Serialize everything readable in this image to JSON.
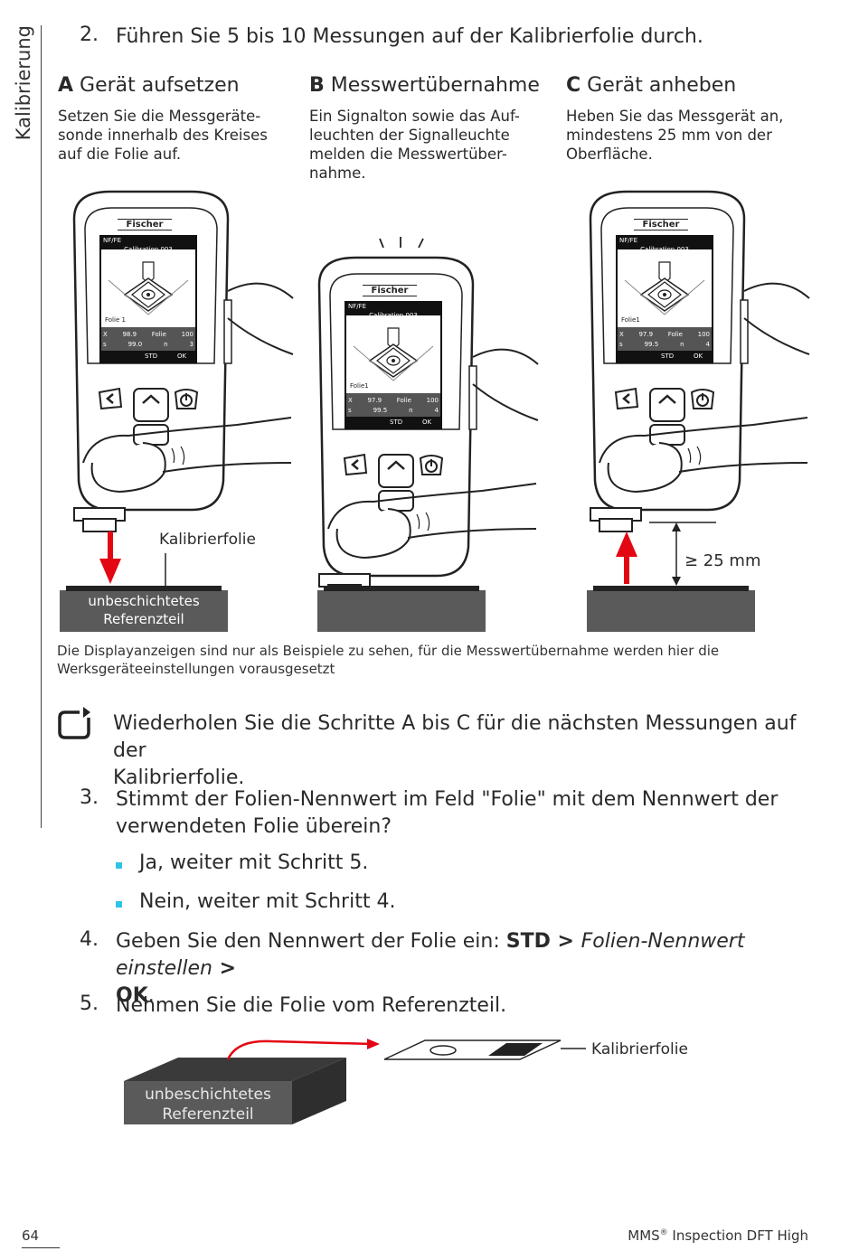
{
  "side_tab": "Kalibrierung",
  "step2": {
    "num": "2.",
    "text": "Führen Sie 5 bis 10 Messungen auf der Kalibrierfolie durch."
  },
  "columns": [
    {
      "letter": "A",
      "title": "Gerät aufsetzen",
      "lines": [
        "Setzen Sie die Messgeräte-",
        "sonde innerhalb des Kreises",
        "auf die Folie auf."
      ]
    },
    {
      "letter": "B",
      "title": "Messwertübernahme",
      "lines": [
        "Ein Signalton sowie das Auf-",
        "leuchten der Signalleuchte",
        "melden die Messwertüber-",
        "nahme."
      ]
    },
    {
      "letter": "C",
      "title": "Gerät anheben",
      "lines": [
        "Heben Sie das Messgerät an,",
        "mindestens 25 mm von der",
        "Oberfläche."
      ]
    }
  ],
  "devices": [
    {
      "brand": "Fischer",
      "mode": "NF/FE",
      "title": "Calibration 003",
      "folie_label": "Folie 1",
      "rows": [
        [
          "X",
          "98.9",
          "Folie",
          "100"
        ],
        [
          "s",
          "99.0",
          "n",
          "3"
        ]
      ],
      "softkeys": [
        "STD",
        "OK"
      ]
    },
    {
      "brand": "Fischer",
      "mode": "NF/FE",
      "title": "Calibration 003",
      "folie_label": "Folie1",
      "rows": [
        [
          "X",
          "97.9",
          "Folie",
          "100"
        ],
        [
          "s",
          "99.5",
          "n",
          "4"
        ]
      ],
      "softkeys": [
        "STD",
        "OK"
      ]
    },
    {
      "brand": "Fischer",
      "mode": "NF/FE",
      "title": "Calibration 003",
      "folie_label": "Folie1",
      "rows": [
        [
          "X",
          "97.9",
          "Folie",
          "100"
        ],
        [
          "s",
          "99.5",
          "n",
          "4"
        ]
      ],
      "softkeys": [
        "STD",
        "OK"
      ]
    }
  ],
  "figure_labels": {
    "kalibrierfolie": "Kalibrierfolie",
    "reference_line1": "unbeschichtetes",
    "reference_line2": "Referenzteil",
    "distance": "≥ 25 mm"
  },
  "caption_line1": "Die Displayanzeigen sind nur als Beispiele zu sehen, für die Messwertübernahme werden hier die",
  "caption_line2": "Werksgeräteeinstellungen vorausgesetzt",
  "repeat_note_line1": "Wiederholen Sie die Schritte A bis C für die nächsten Messungen auf der",
  "repeat_note_line2": "Kalibrierfolie.",
  "step3": {
    "num": "3.",
    "line1": "Stimmt der Folien-Nennwert im Feld \"Folie\" mit dem Nennwert der",
    "line2": "verwendeten Folie überein?"
  },
  "bullets": [
    "Ja, weiter mit Schritt 5.",
    "Nein, weiter mit Schritt 4."
  ],
  "step4": {
    "num": "4.",
    "prefix": "Geben Sie den Nennwert der Folie ein: ",
    "std": "STD",
    "sep1": " > ",
    "italic": "Folien-Nennwert einstellen",
    "sep2": " >",
    "ok": "OK",
    "end": "."
  },
  "step5": {
    "num": "5.",
    "text": "Nehmen Sie die Folie vom Referenzteil."
  },
  "bottom_figure": {
    "reference_line1": "unbeschichtetes",
    "reference_line2": "Referenzteil",
    "folie_label": "Kalibrierfolie"
  },
  "footer": {
    "page": "64",
    "title_prefix": "MMS",
    "registered": "®",
    "title_suffix": " Inspection DFT High"
  },
  "colors": {
    "arrow_red": "#e30613",
    "bullet_cyan": "#2ec4e6",
    "reference_gray": "#5a5a5a"
  }
}
